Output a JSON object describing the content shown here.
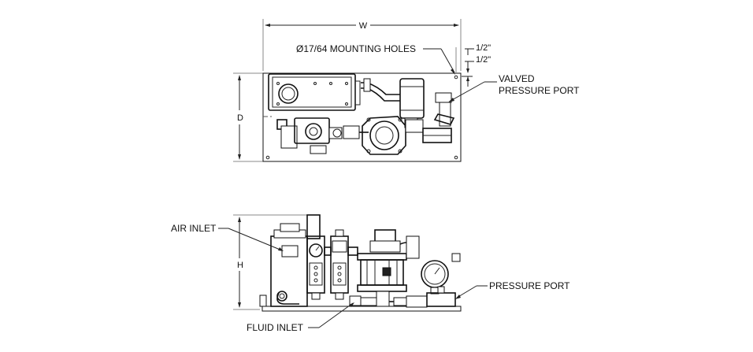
{
  "dimensions": {
    "width_label": "W",
    "depth_label": "D",
    "height_label": "H",
    "half_inch_1": "1/2\"",
    "half_inch_2": "1/2\""
  },
  "callouts": {
    "mounting_holes": "Ø17/64 MOUNTING HOLES",
    "valved_pressure_port_line1": "VALVED",
    "valved_pressure_port_line2": "PRESSURE PORT",
    "air_inlet": "AIR INLET",
    "pressure_port": "PRESSURE PORT",
    "fluid_inlet": "FLUID INLET"
  }
}
